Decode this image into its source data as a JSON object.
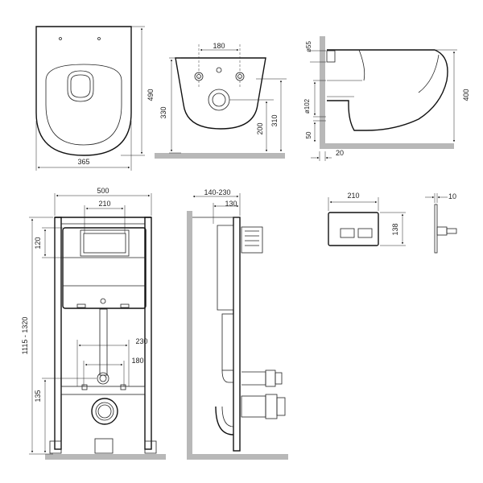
{
  "dimensions": {
    "bowl_top_height": "490",
    "bowl_top_width": "365",
    "rear_bolt_spacing": "180",
    "rear_height": "330",
    "rear_height_bowl": "310",
    "rear_outlet_height": "200",
    "outlet_small_dia": "ø55",
    "outlet_large_dia": "ø102",
    "offset_50": "50",
    "side_height": "400",
    "wall_gap": "20",
    "frame_width": "500",
    "frame_bolt_spacing": "210",
    "frame_tank_top": "120",
    "frame_height_range": "1115 - 1320",
    "frame_bracket_width": "230",
    "frame_outlet_spacing": "180",
    "frame_bottom_135": "135",
    "frame_depth_range": "140-230",
    "frame_depth_130": "130",
    "button_width": "210",
    "button_height": "138",
    "button_thickness": "10"
  },
  "colors": {
    "line": "#222222",
    "floor": "#b8b8b8"
  }
}
